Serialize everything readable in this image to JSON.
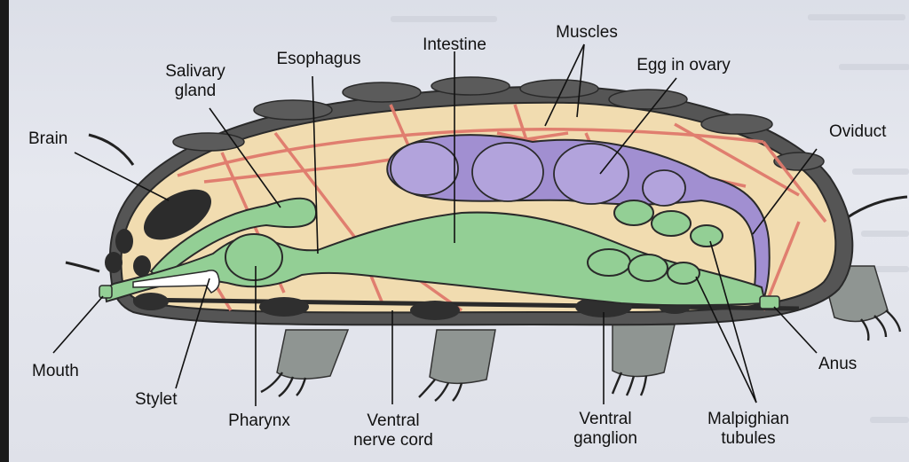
{
  "diagram": {
    "labels": {
      "salivary_gland": [
        "Salivary",
        "gland"
      ],
      "esophagus": "Esophagus",
      "intestine": "Intestine",
      "muscles": "Muscles",
      "egg_in_ovary": "Egg in ovary",
      "brain": "Brain",
      "oviduct": "Oviduct",
      "mouth": "Mouth",
      "stylet": "Stylet",
      "pharynx": "Pharynx",
      "ventral_nerve_cord": [
        "Ventral",
        "nerve cord"
      ],
      "ventral_ganglion": [
        "Ventral",
        "ganglion"
      ],
      "malpighian_tubules": [
        "Malpighian",
        "tubules"
      ],
      "anus": "Anus"
    },
    "colors": {
      "body_fill": "#f1dcb0",
      "cuticle": "#4a4a4a",
      "muscle": "#e07a6c",
      "gut": "#93cf95",
      "ovary": "#a18fd1",
      "nerve": "#2a2a2a",
      "leg": "#8f9592"
    }
  }
}
